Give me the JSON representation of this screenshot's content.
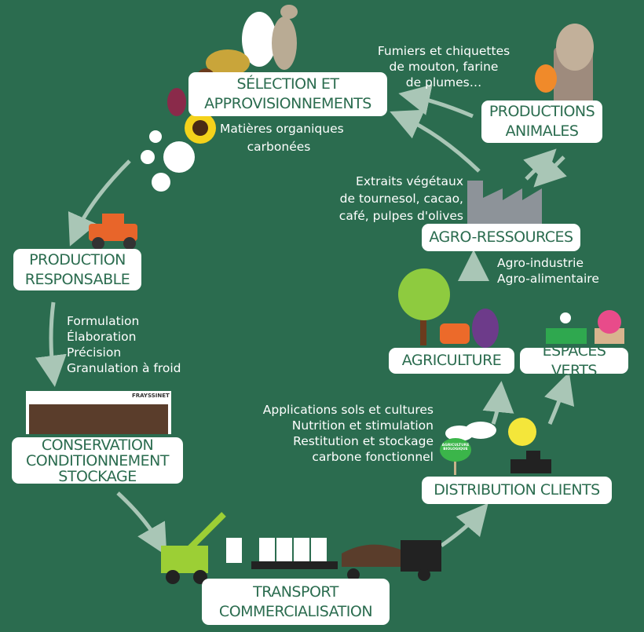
{
  "colors": {
    "background": "#2b6c4f",
    "box": "#ffffff",
    "arrow": "#a9c6b6"
  },
  "nodes": {
    "selection": [
      "SÉLECTION ET",
      "APPROVISIONNEMENTS"
    ],
    "production": [
      "PRODUCTION",
      "RESPONSABLE"
    ],
    "conservation": [
      "CONSERVATION",
      "CONDITIONNEMENT",
      "STOCKAGE"
    ],
    "transport": [
      "TRANSPORT",
      "COMMERCIALISATION"
    ],
    "distribution": "DISTRIBUTION CLIENTS",
    "agriculture": "AGRICULTURE",
    "espaces": "ESPACES VERTS",
    "agro": "AGRO-RESSOURCES",
    "animales": [
      "PRODUCTIONS",
      "ANIMALES"
    ]
  },
  "notes": {
    "matieres": [
      "Matières organiques",
      "carbonées"
    ],
    "fumiers": [
      "Fumiers et chiquettes",
      "de mouton, farine",
      "de plumes…"
    ],
    "extraits": [
      "Extraits végétaux",
      "de tournesol, cacao,",
      "café, pulpes d'olives"
    ],
    "agroind": [
      "Agro-industrie",
      "Agro-alimentaire"
    ],
    "process": [
      "Formulation",
      "Élaboration",
      "Précision",
      "Granulation à froid"
    ],
    "applications": [
      "Applications sols et cultures",
      "Nutrition et stimulation",
      "Restitution et stockage",
      "carbone fonctionnel"
    ]
  },
  "brand": "FRAYSSINET",
  "badge": [
    "AGRICULTURE",
    "BIOLOGIQUE"
  ]
}
